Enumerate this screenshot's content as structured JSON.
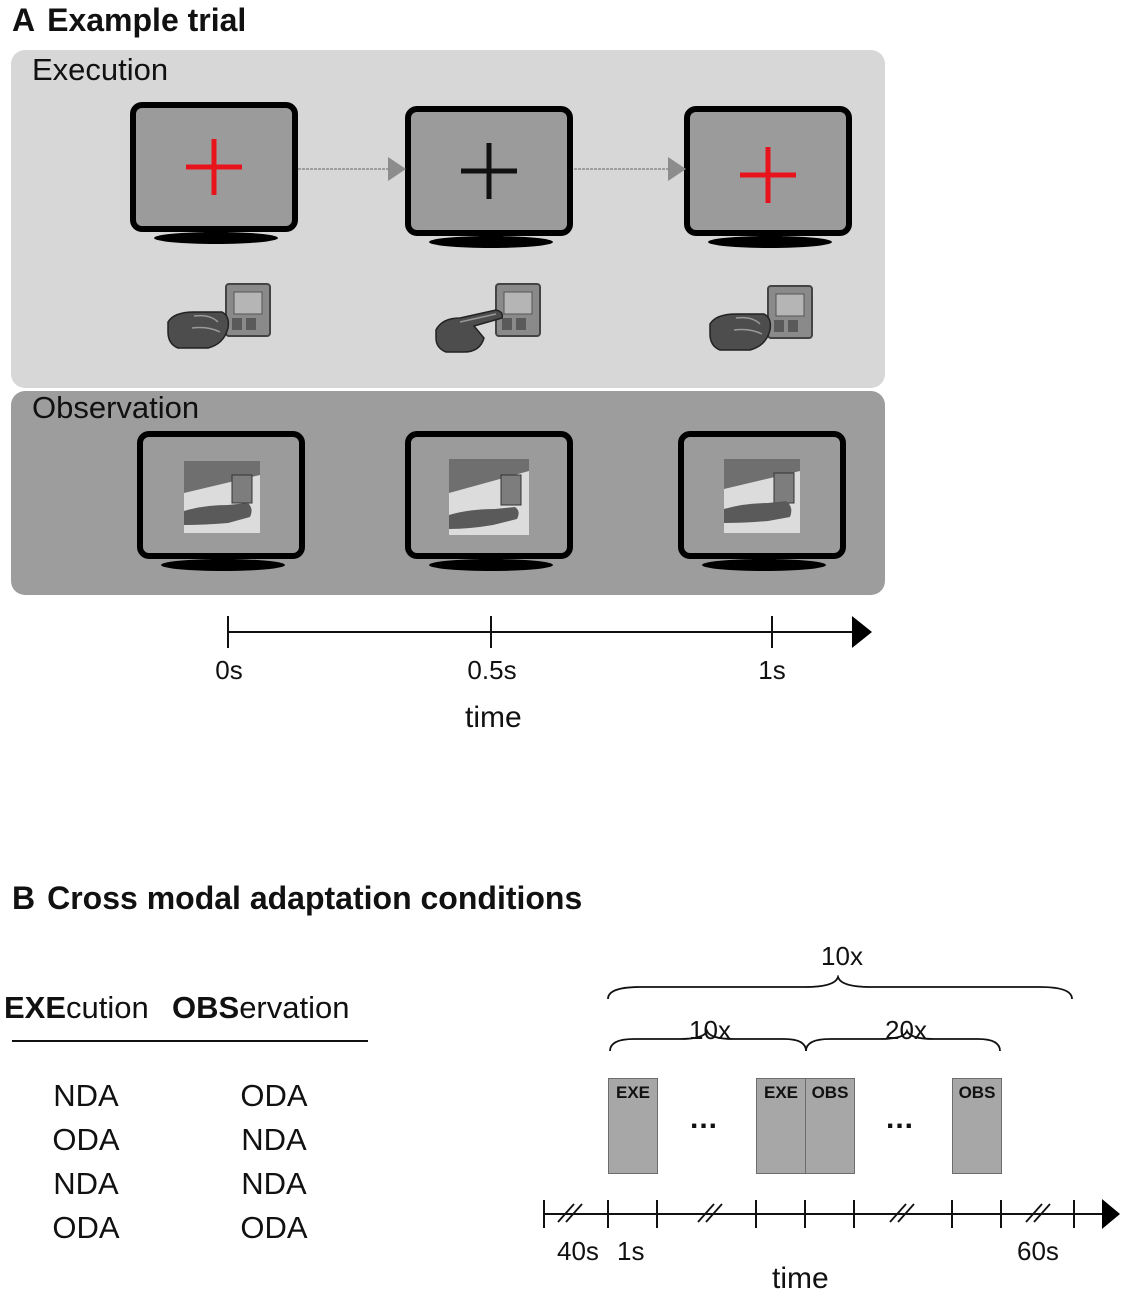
{
  "panel_a": {
    "letter": "A",
    "title": "Example trial",
    "execution_label": "Execution",
    "observation_label": "Observation",
    "execution_crosses": [
      {
        "color": "#e8141b"
      },
      {
        "color": "#111111"
      },
      {
        "color": "#e8141b"
      }
    ],
    "colors": {
      "execution_bg": "#d7d7d7",
      "observation_bg": "#9d9d9d",
      "screen": "#9b9b9b"
    },
    "timeline": {
      "ticks": [
        "0s",
        "0.5s",
        "1s"
      ],
      "label": "time"
    }
  },
  "panel_b": {
    "letter": "B",
    "title": "Cross modal adaptation conditions",
    "table": {
      "header_exe_bold": "EXE",
      "header_exe_rest": "cution",
      "header_obs_bold": "OBS",
      "header_obs_rest": "ervation",
      "rows": [
        [
          "NDA",
          "ODA"
        ],
        [
          "ODA",
          "NDA"
        ],
        [
          "NDA",
          "NDA"
        ],
        [
          "ODA",
          "ODA"
        ]
      ]
    },
    "schedule": {
      "outer_brace": "10x",
      "left_brace": "10x",
      "right_brace": "20x",
      "blocks": [
        "EXE",
        "EXE",
        "OBS",
        "OBS"
      ],
      "ellipsis": "...",
      "labels": {
        "start_pause": "40s",
        "block_duration": "1s",
        "end_pause": "60s",
        "axis": "time"
      }
    }
  }
}
